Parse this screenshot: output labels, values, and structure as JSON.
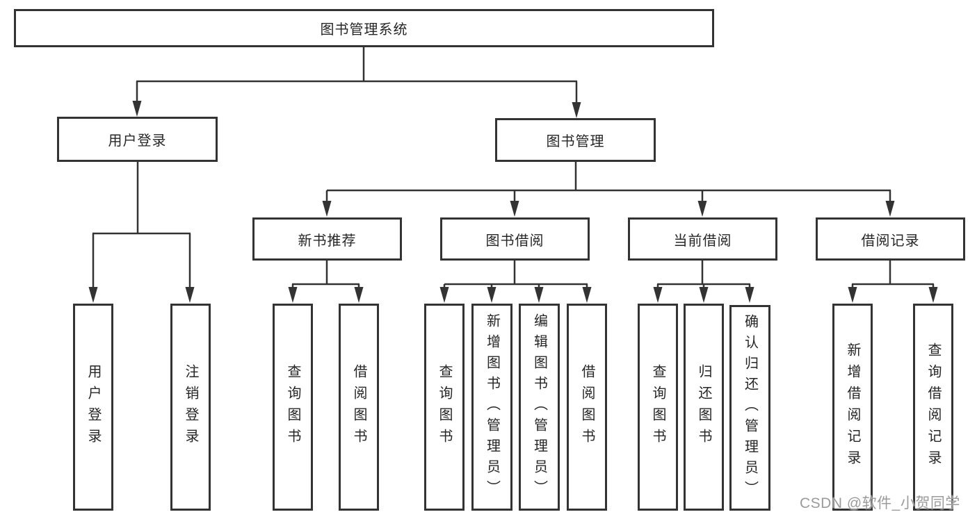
{
  "diagram": {
    "title": "图书管理系统",
    "root": {
      "label": "图书管理系统"
    },
    "level2": {
      "user_login": {
        "label": "用户登录"
      },
      "book_mgmt": {
        "label": "图书管理"
      }
    },
    "level3": {
      "new_book": {
        "label": "新书推荐"
      },
      "borrow": {
        "label": "图书借阅"
      },
      "current": {
        "label": "当前借阅"
      },
      "records": {
        "label": "借阅记录"
      }
    },
    "leaves": {
      "user_login": [
        "用户登录",
        "注销登录"
      ],
      "new_book": [
        "查询图书",
        "借阅图书"
      ],
      "borrow": [
        "查询图书",
        "新增图书（管理员）",
        "编辑图书（管理员）",
        "借阅图书"
      ],
      "current": [
        "查询图书",
        "归还图书",
        "确认归还（管理员）"
      ],
      "records": [
        "新增借阅记录",
        "查询借阅记录"
      ]
    }
  },
  "watermark": "CSDN @软件_小贺同学",
  "colors": {
    "line": "#333333",
    "box_border": "#333333",
    "text": "#262626",
    "watermark": "#9b9b9b",
    "background": "#ffffff"
  }
}
